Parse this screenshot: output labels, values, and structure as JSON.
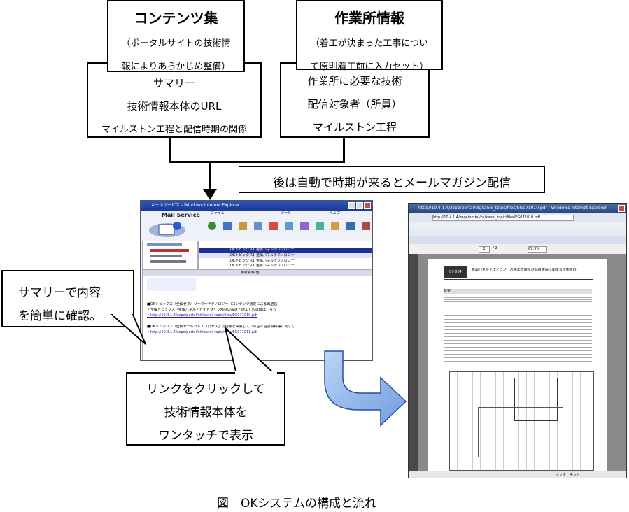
{
  "top_left": {
    "title": "コンテンツ集",
    "note_line1": "（ポータルサイトの技術情",
    "note_line2": "報によりあらかじめ整備）",
    "items": [
      "サマリー",
      "技術情報本体のURL",
      "マイルストン工程と配信時期の関係"
    ]
  },
  "top_right": {
    "title": "作業所情報",
    "note_line1": "（着工が決まった工事につい",
    "note_line2": "て原則着工前に入力セット）",
    "items": [
      "作業所に必要な技術",
      "配信対象者（所員）",
      "マイルストン工程"
    ]
  },
  "banner": "後は自動で時期が来るとメールマガジン配信",
  "callout_summary": {
    "line1": "サマリーで内容",
    "line2": "を簡単に確認。"
  },
  "callout_link": {
    "line1": "リンクをクリックして",
    "line2": "技術情報本体を",
    "line3": "ワンタッチで表示"
  },
  "mail_window": {
    "title": "メールサービス - Windows Internet Explorer",
    "app_name": "Mail Service",
    "menu": [
      "ファイル",
      "ツール",
      "ヘルプ"
    ],
    "rows": [
      "【OKトピックス】金属パネルテクノロジー",
      "【OKトピックス】金属パネルテクノロジー",
      "【OKトピックス】金属パネルテクノロジー",
      "【OKトピックス】金属パネルテクノロジー"
    ],
    "body_heading": "参考資料 他",
    "body_lines": [
      "■OKトピックス（全編ゼネ）リーダーテクノロジー（コンテンツ規定による再送信）",
      "・全編トピックス「金属パネル・ガイドライン部材の設計と施工」の詳細はこちら",
      "・http://10.4.1.4/zope/portal/ok/kanei_topic/files/EG071010.pdf",
      "■OKトピックス「全編サーキット・プロセス」の情報を掲載している主な設計資料等に関して",
      "・http://10.4.1.4/zope/portal/ok/kanei_topic/files/EG071011.pdf"
    ]
  },
  "pdf_window": {
    "title": "http://10.4.1.4/zope/portal/ok/kanei_topic/files/EG071010.pdf - Windows Internet Explorer",
    "address": "http://10.4.1.4/zope/portal/ok/kanei_topic/files/EG071010.pdf",
    "page": "1",
    "page_total": "/ 2",
    "zoom": "69.9%",
    "doc_badge": "07-004",
    "doc_title": "金属パネルテクノロジーの施工管理及び品質確保に関する技術資料",
    "doc_heading": "概要",
    "statusbar": "インターネット"
  },
  "caption": "図　OKシステムの構成と流れ"
}
